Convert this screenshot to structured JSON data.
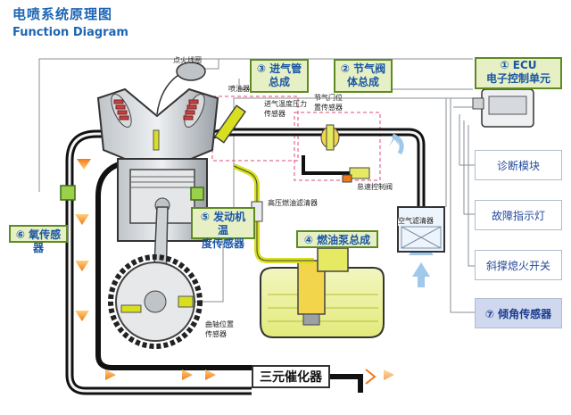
{
  "title": {
    "cn": "电喷系统原理图",
    "en": "Function Diagram"
  },
  "components": {
    "ignition_coil": "点火线圈",
    "injector": "喷油器",
    "intake_temp_pressure_sensor": [
      "进气温度压力",
      "传感器"
    ],
    "throttle_position_sensor": [
      "节气门位",
      "置传感器"
    ],
    "idle_control_valve": "怠速控制阀",
    "high_pressure_filter": "高压燃油滤清器",
    "air_filter": "空气滤清器",
    "crank_position_sensor": [
      "曲轴位置",
      "传感器"
    ],
    "catalytic_converter": "三元催化器"
  },
  "assemblies": {
    "intake_manifold": [
      "③ 进气管",
      "总成"
    ],
    "throttle_body": [
      "② 节气阀",
      "体总成"
    ],
    "fuel_pump": "④ 燃油泵总成",
    "coolant_temp_sensor": [
      "⑤ 发动机温",
      "度传感器"
    ],
    "oxygen_sensor": "⑥ 氧传感器"
  },
  "ecu": {
    "line1": "① ECU",
    "line2": "电子控制单元"
  },
  "right_panel": [
    {
      "label": "诊断模块"
    },
    {
      "label": "故障指示灯"
    },
    {
      "label": "斜撑熄火开关"
    },
    {
      "label": "⑦ 倾角传感器"
    }
  ],
  "colors": {
    "title_blue": "#1c64b4",
    "label_green_bg": "#e6f0c4",
    "label_green_border": "#5f8a22",
    "fuel_yellow": "#d7df1e",
    "exhaust_orange": "#f07a1a",
    "intake_blue": "#9fc8ea"
  }
}
